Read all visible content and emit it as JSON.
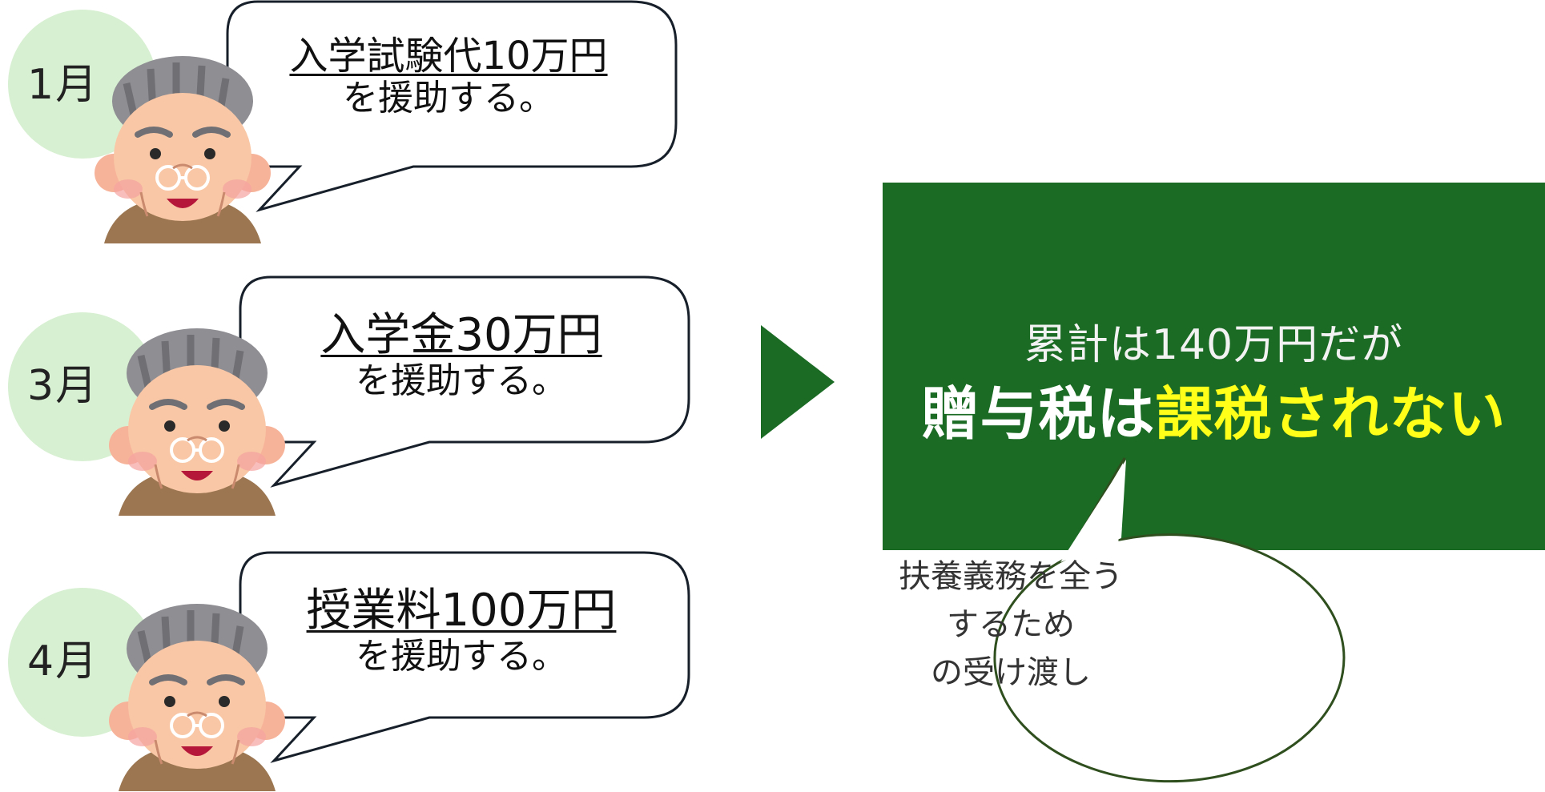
{
  "steps": [
    {
      "month": "1月",
      "amount": "入学試験代10万円",
      "action": "を援助する。"
    },
    {
      "month": "3月",
      "amount": "入学金30万円",
      "action": "を援助する。"
    },
    {
      "month": "4月",
      "amount": "授業料100万円",
      "action": "を援助する。"
    }
  ],
  "result": {
    "line1": "累計は140万円だが",
    "line2_part1": "贈与税は",
    "line2_part2": "課税されない"
  },
  "note": {
    "line1": "扶養義務を全う",
    "line2": "するため",
    "line3": "の受け渡し"
  },
  "colors": {
    "month_circle": "#d8f0d2",
    "result_box": "#1b6b25",
    "highlight": "#ffff1a",
    "arrow": "#1b6b25"
  },
  "icons": {
    "grandfather": "grandfather-face-icon",
    "arrow": "right-triangle-arrow-icon"
  }
}
